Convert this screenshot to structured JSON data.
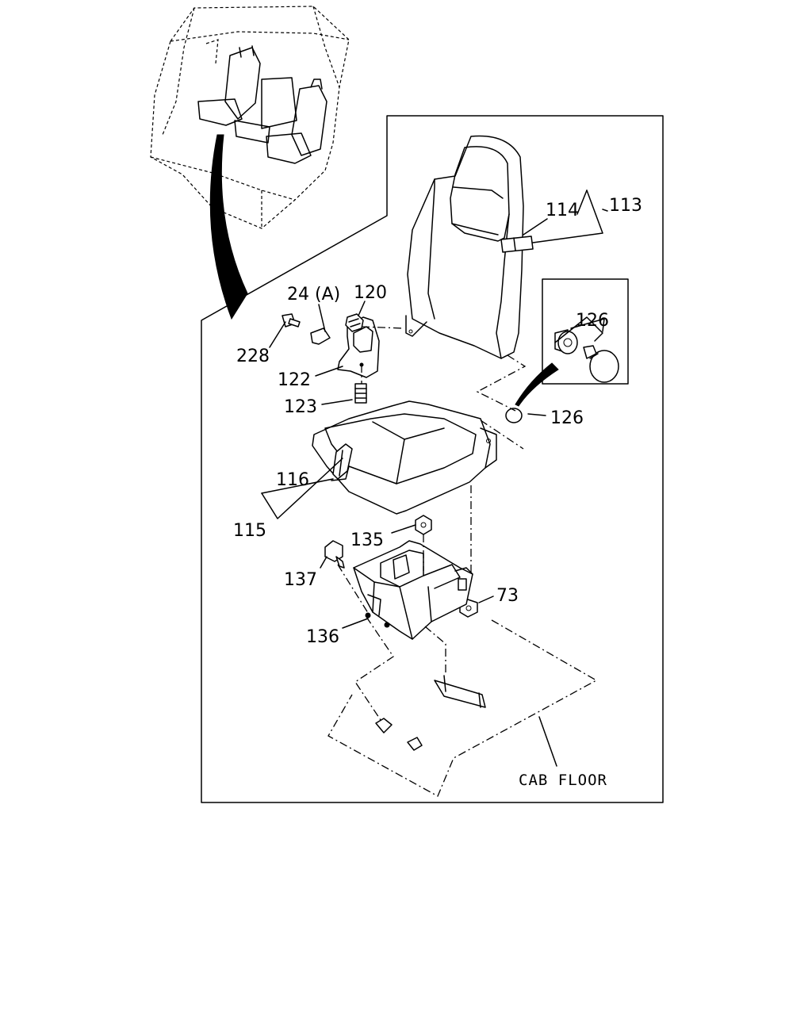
{
  "labels": {
    "p113": "113",
    "p114": "114",
    "p120": "120",
    "p24a": "24 (A)",
    "p228": "228",
    "p122": "122",
    "p123": "123",
    "p126_inset": "126",
    "p126": "126",
    "p116": "116",
    "p115": "115",
    "p135": "135",
    "p137": "137",
    "p73": "73",
    "p136": "136",
    "cab_floor": "CAB FLOOR"
  }
}
